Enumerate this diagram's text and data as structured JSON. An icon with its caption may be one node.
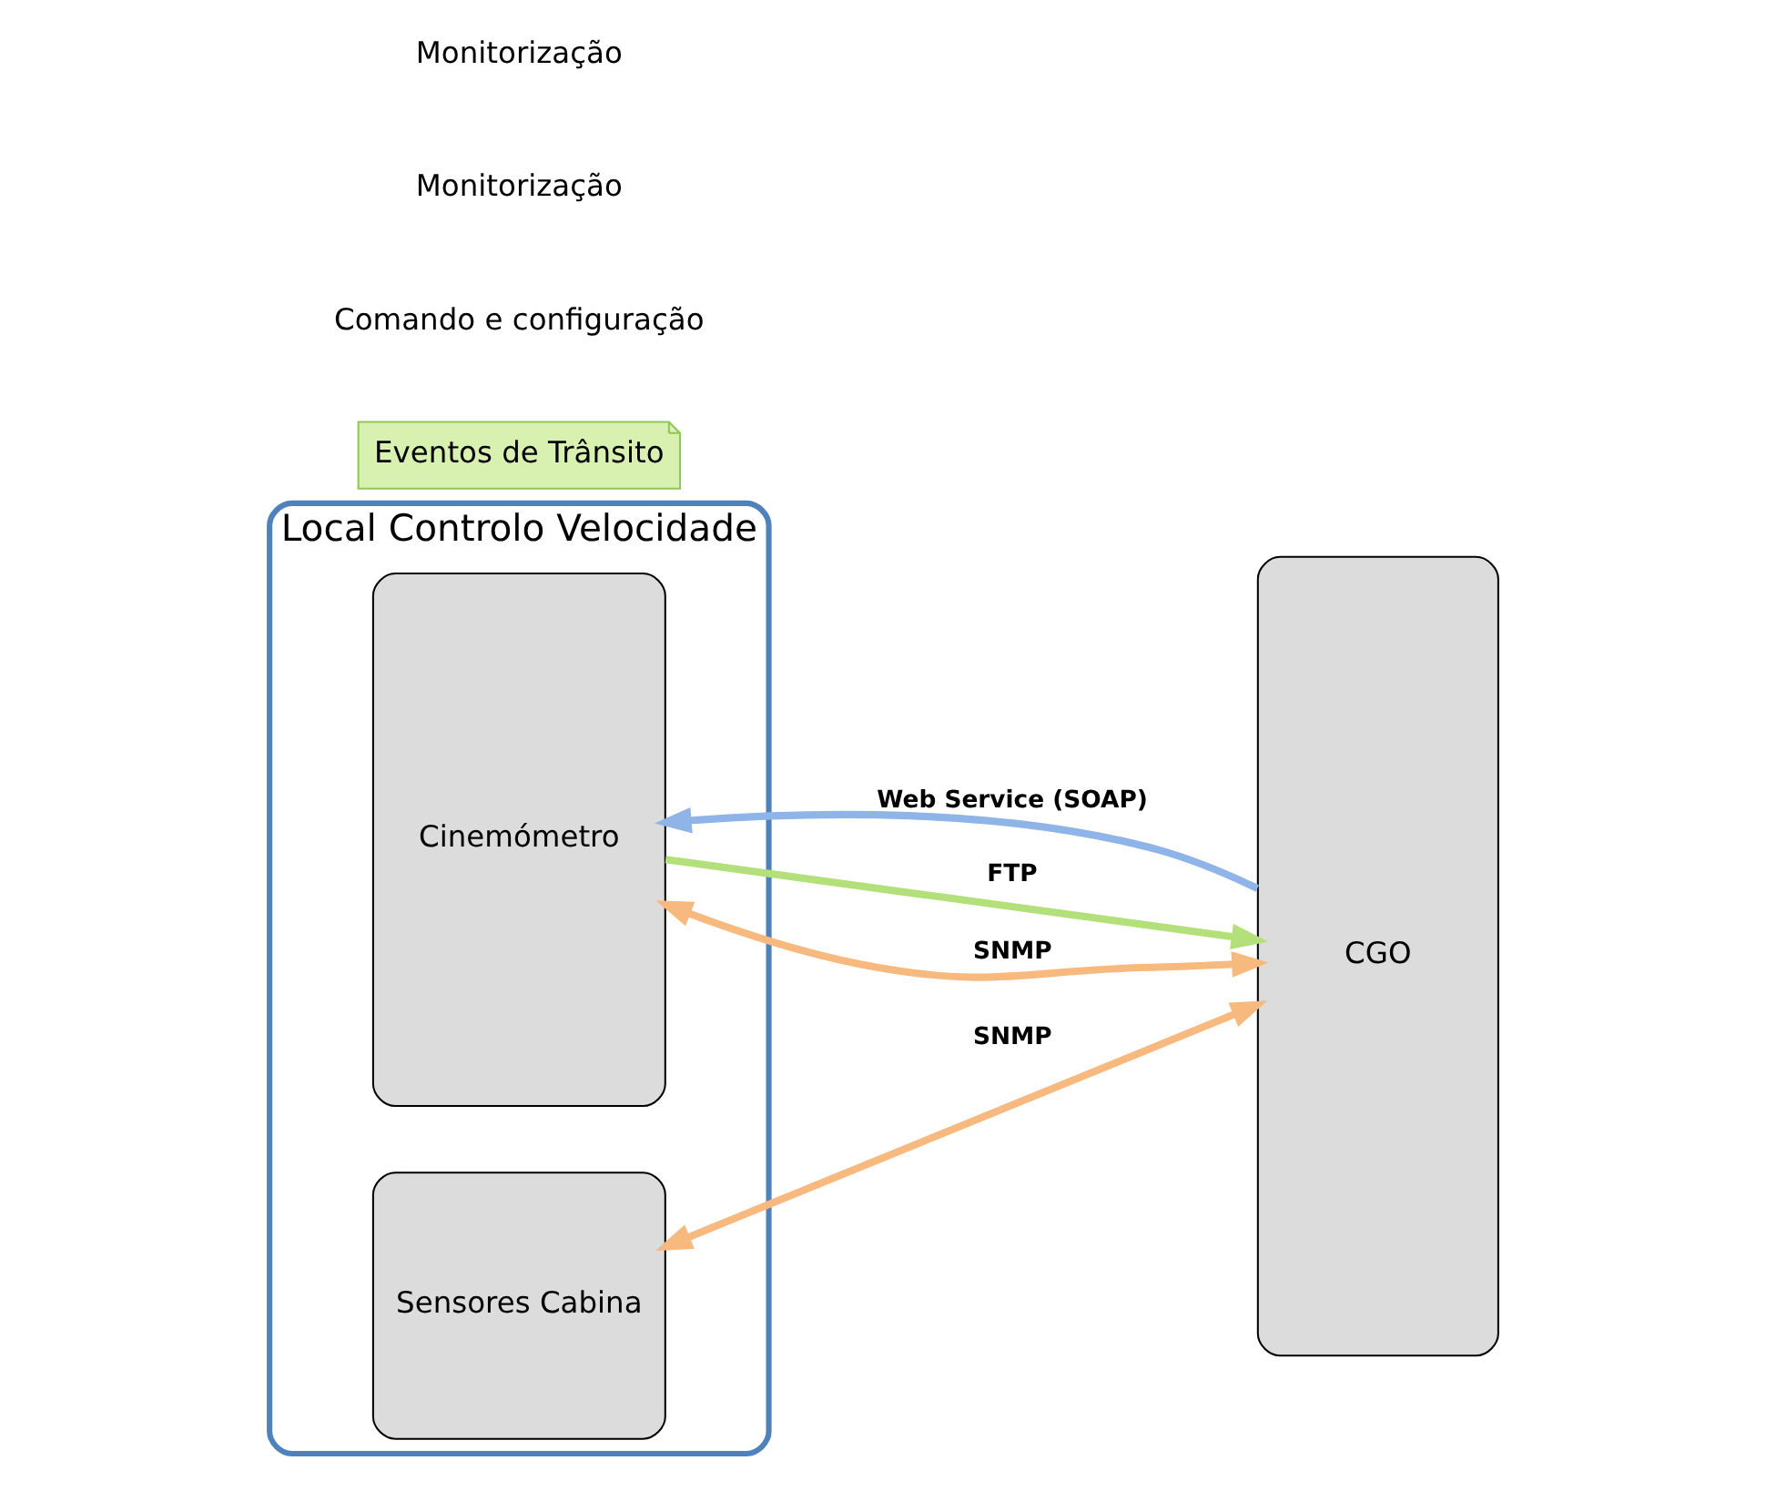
{
  "diagram": {
    "nodes": [
      {
        "text": [
          "Local Controlo Velocidade"
        ]
      },
      {
        "text": [
          "Cinemómetro"
        ],
        "in": 0
      },
      {
        "text": [
          "Sensores Cabina"
        ],
        "in": 0
      },
      {
        "text": [
          "CGO"
        ]
      },
      {
        "text": [
          "Eventos de Trânsito"
        ]
      }
    ],
    "edges": [
      {
        "from": 1,
        "to": 3,
        "arrow": "to",
        "label": "FTP",
        "color": "#b3e07a"
      },
      {
        "from": 3,
        "to": 1,
        "arrow": "to",
        "label": "Web Service (SOAP)",
        "color": "#8fb4e8"
      },
      {
        "from": 1,
        "to": 3,
        "arrow": "both",
        "label": "SNMP"
      },
      {
        "from": 2,
        "to": 3,
        "arrow": "both",
        "label": "SNMP"
      }
    ],
    "labels": [
      "Comando e configuração",
      "Monitorização",
      "Monitorização"
    ]
  }
}
